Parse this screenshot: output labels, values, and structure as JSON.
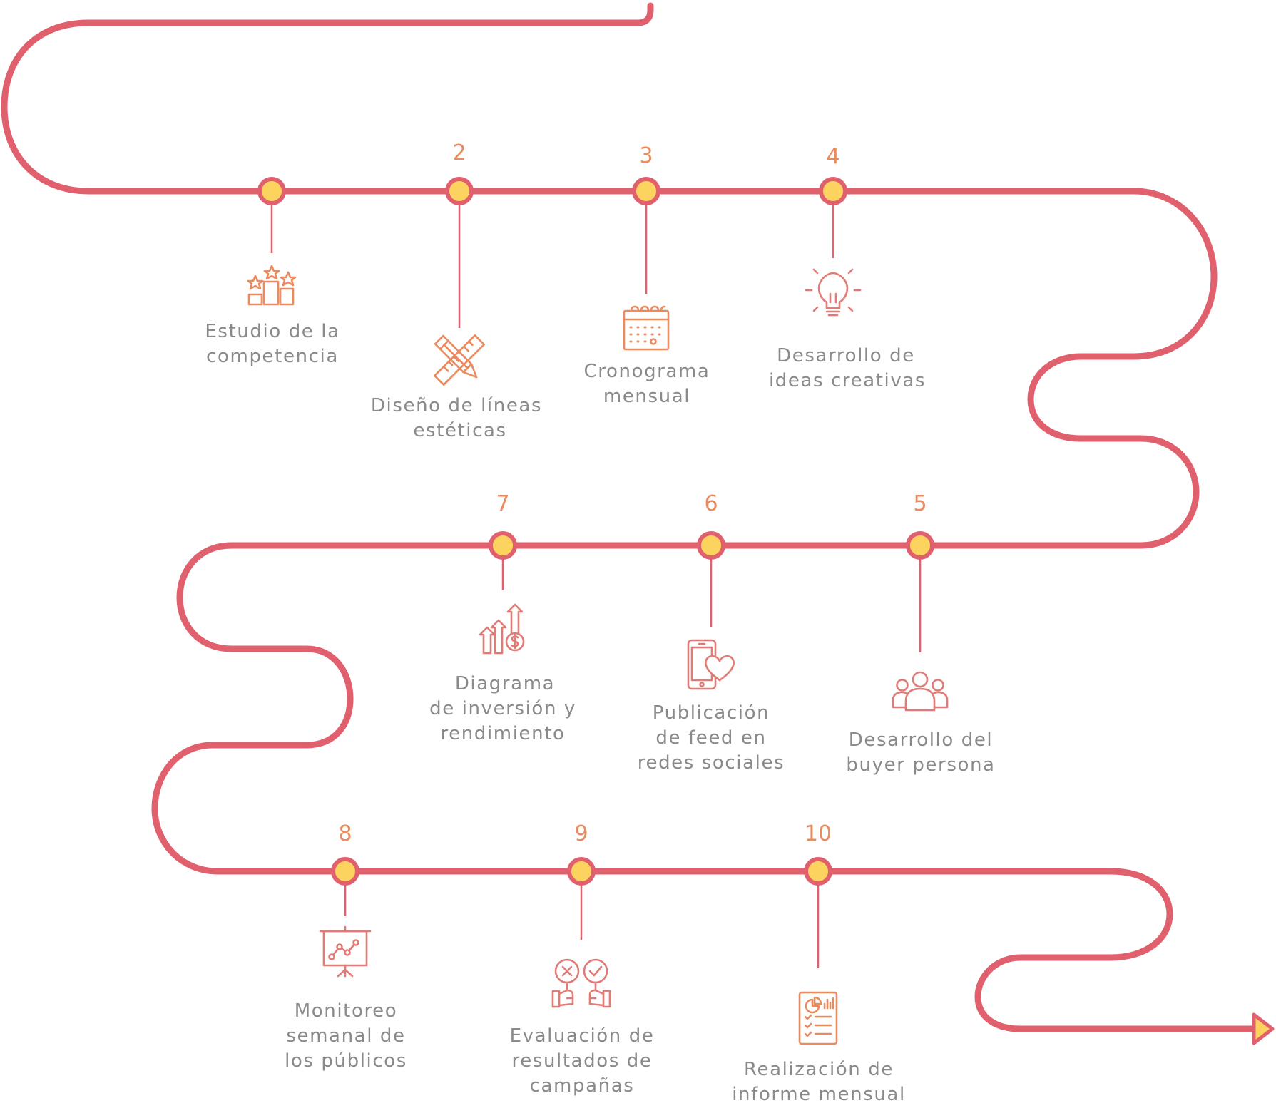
{
  "steps": [
    {
      "number": "",
      "label_lines": [
        "Estudio de la",
        "competencia"
      ],
      "icon": "podium-stars-icon"
    },
    {
      "number": "2",
      "label_lines": [
        "Diseño de líneas",
        "estéticas"
      ],
      "icon": "ruler-pencil-icon"
    },
    {
      "number": "3",
      "label_lines": [
        "Cronograma",
        "mensual"
      ],
      "icon": "calendar-icon"
    },
    {
      "number": "4",
      "label_lines": [
        "Desarrollo de",
        "ideas creativas"
      ],
      "icon": "lightbulb-icon"
    },
    {
      "number": "5",
      "label_lines": [
        "Desarrollo del",
        "buyer persona"
      ],
      "icon": "user-group-icon"
    },
    {
      "number": "6",
      "label_lines": [
        "Publicación",
        "de feed en",
        "redes sociales"
      ],
      "icon": "phone-heart-icon"
    },
    {
      "number": "7",
      "label_lines": [
        "Diagrama",
        "de inversión y",
        "rendimiento"
      ],
      "icon": "investment-arrows-icon"
    },
    {
      "number": "8",
      "label_lines": [
        "Monitoreo",
        "semanal de",
        "los públicos"
      ],
      "icon": "presentation-board-icon"
    },
    {
      "number": "9",
      "label_lines": [
        "Evaluación de",
        "resultados de",
        "campañas"
      ],
      "icon": "approve-reject-icon"
    },
    {
      "number": "10",
      "label_lines": [
        "Realización de",
        "informe mensual"
      ],
      "icon": "report-checklist-icon"
    }
  ],
  "colors": {
    "path": "#e0606e",
    "node_fill": "#fcd35f",
    "number": "#ea8a5e",
    "label": "#8a8a8a",
    "icon_orange": "#ea8a5e",
    "icon_pink": "#e27a75"
  }
}
